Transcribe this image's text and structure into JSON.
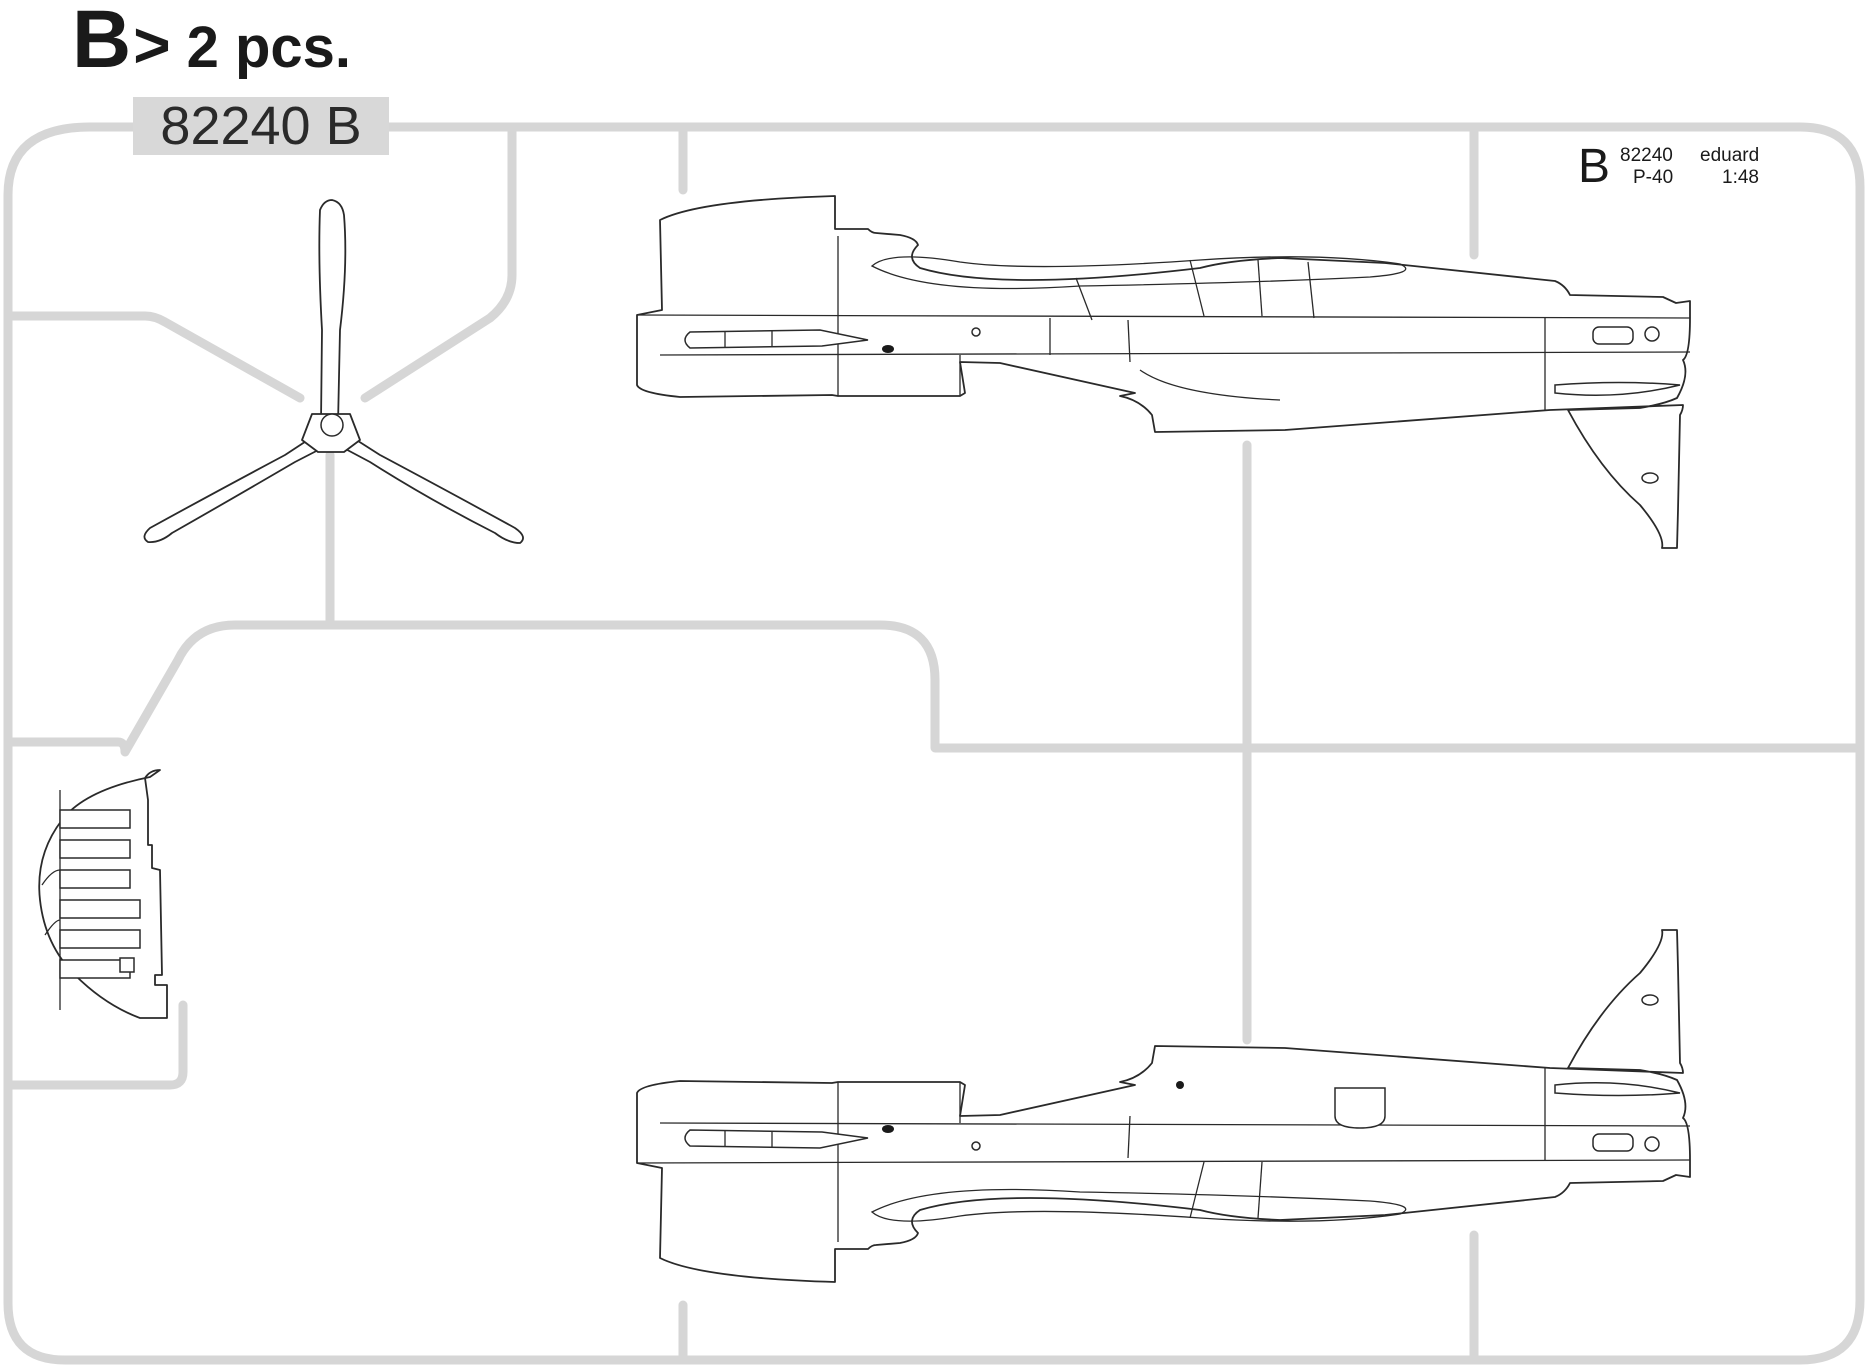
{
  "header": {
    "sprue_letter": "B",
    "arrow": ">",
    "quantity": "2 pcs.",
    "sprue_code": "82240 B"
  },
  "mold_label": {
    "letter": "B",
    "kit_number": "82240",
    "maker": "eduard",
    "model": "P-40",
    "scale": "1:48"
  },
  "colors": {
    "runner": "#d6d6d6",
    "outline": "#2a2a2a",
    "code_background": "#d8d8d8"
  }
}
